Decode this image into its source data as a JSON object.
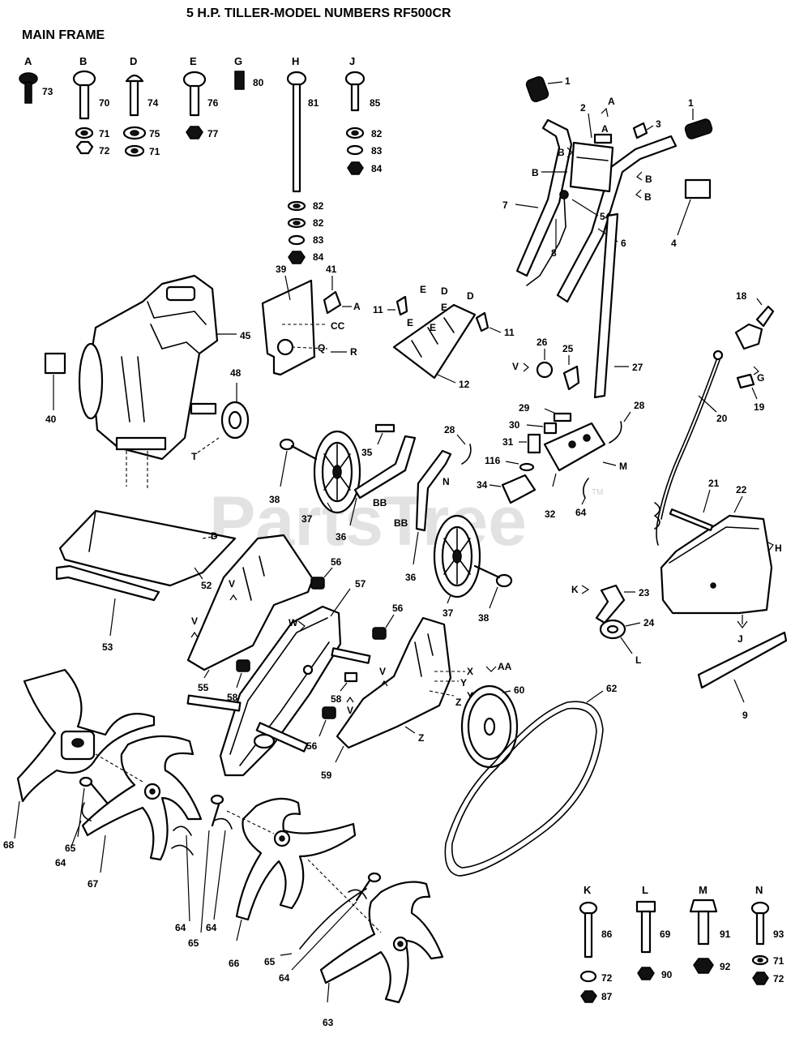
{
  "title": "5 H.P. TILLER-MODEL NUMBERS RF500CR",
  "subtitle": "MAIN FRAME",
  "watermark": "PartsTree",
  "watermark_tm": "TM",
  "hardware_top": [
    {
      "letter": "A",
      "items": [
        "73"
      ]
    },
    {
      "letter": "B",
      "items": [
        "70",
        "71",
        "72"
      ]
    },
    {
      "letter": "D",
      "items": [
        "74",
        "75",
        "71"
      ]
    },
    {
      "letter": "E",
      "items": [
        "76",
        "77"
      ]
    },
    {
      "letter": "G",
      "items": [
        "80"
      ]
    },
    {
      "letter": "H",
      "items": [
        "81",
        "82",
        "82",
        "83",
        "84"
      ]
    },
    {
      "letter": "J",
      "items": [
        "85",
        "82",
        "83",
        "84"
      ]
    }
  ],
  "hardware_bottom": [
    {
      "letter": "K",
      "items": [
        "86",
        "72",
        "87"
      ]
    },
    {
      "letter": "L",
      "items": [
        "69",
        "90"
      ]
    },
    {
      "letter": "M",
      "items": [
        "91",
        "92"
      ]
    },
    {
      "letter": "N",
      "items": [
        "93",
        "71",
        "72"
      ]
    }
  ],
  "callouts": {
    "c1a": "1",
    "c1b": "1",
    "c2": "2",
    "c3": "3",
    "c4": "4",
    "c6": "6",
    "c7": "7",
    "c8": "8",
    "c9": "9",
    "c11a": "11",
    "c11b": "11",
    "c12": "12",
    "c18": "18",
    "c19": "19",
    "c20": "20",
    "c21": "21",
    "c22": "22",
    "c23": "23",
    "c24": "24",
    "c25": "25",
    "c26": "26",
    "c27": "27",
    "c28a": "28",
    "c28b": "28",
    "c29": "29",
    "c30": "30",
    "c31": "31",
    "c32": "32",
    "c34": "34",
    "c35": "35",
    "c36a": "36",
    "c36b": "36",
    "c37a": "37",
    "c37b": "37",
    "c38a": "38",
    "c38b": "38",
    "c39": "39",
    "c40": "40",
    "c41": "41",
    "c45": "45",
    "c48": "48",
    "c52": "52",
    "c53": "53",
    "c54": "54",
    "c55": "55",
    "c56a": "56",
    "c56b": "56",
    "c56c": "56",
    "c57": "57",
    "c58a": "58",
    "c58b": "58",
    "c59": "59",
    "c60": "60",
    "c62": "62",
    "c63": "63",
    "c64a": "64",
    "c64b": "64",
    "c64c": "64",
    "c64d": "64",
    "c64e": "64",
    "c65a": "65",
    "c65b": "65",
    "c65c": "65",
    "c66": "66",
    "c67": "67",
    "c68": "68",
    "c116": "116"
  },
  "letter_tags": {
    "lA1": "A",
    "lA2": "A",
    "lA3": "A",
    "lB1": "B",
    "lB2": "B",
    "lB3": "B",
    "lB4": "B",
    "lCC": "CC",
    "lQ": "Q",
    "lR": "R",
    "lD1": "D",
    "lD2": "D",
    "lD3": "D",
    "lE1": "E",
    "lE2": "E",
    "lE3": "E",
    "lE4": "E",
    "lV1": "V",
    "lV2": "V",
    "lV3": "V",
    "lV4": "V",
    "lV5": "V",
    "lG": "G",
    "lT": "T",
    "lM": "M",
    "lN": "N",
    "lBB1": "BB",
    "lBB2": "BB",
    "lH": "H",
    "lJ": "J",
    "lK": "K",
    "lL": "L",
    "lW": "W",
    "lX": "X",
    "lY1": "Y",
    "lY2": "Y",
    "lZ1": "Z",
    "lZ2": "Z",
    "lAA": "AA"
  }
}
